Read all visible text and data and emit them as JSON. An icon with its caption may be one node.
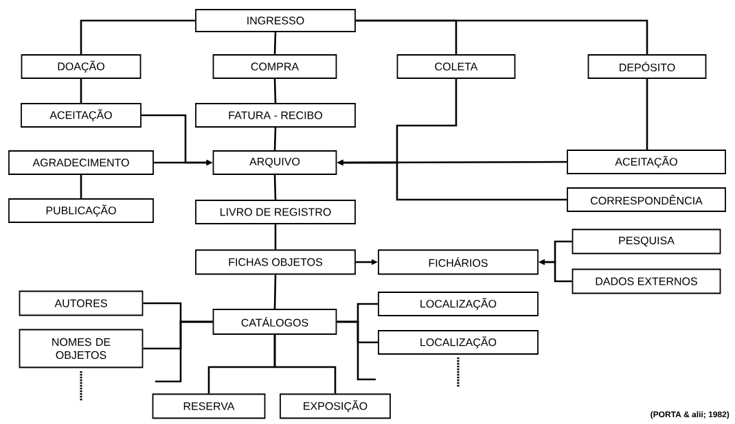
{
  "diagram": {
    "nodes": [
      {
        "text": [
          "INGRESSO"
        ]
      },
      {
        "text": [
          "DOAÇÃO"
        ]
      },
      {
        "text": [
          "COMPRA"
        ]
      },
      {
        "text": [
          "COLETA"
        ]
      },
      {
        "text": [
          "DEPÓSITO"
        ]
      },
      {
        "text": [
          "ACEITAÇÃO"
        ]
      },
      {
        "text": [
          "FATURA - RECIBO"
        ]
      },
      {
        "text": [
          "AGRADECIMENTO"
        ]
      },
      {
        "text": [
          "ARQUIVO"
        ]
      },
      {
        "text": [
          "ACEITAÇÃO"
        ]
      },
      {
        "text": [
          "PUBLICAÇÃO"
        ]
      },
      {
        "text": [
          "LIVRO DE REGISTRO"
        ]
      },
      {
        "text": [
          "CORRESPONDÊNCIA"
        ]
      },
      {
        "text": [
          "FICHAS OBJETOS"
        ]
      },
      {
        "text": [
          "FICHÁRIOS"
        ]
      },
      {
        "text": [
          "PESQUISA"
        ]
      },
      {
        "text": [
          "DADOS EXTERNOS"
        ]
      },
      {
        "text": [
          "AUTORES"
        ]
      },
      {
        "text": [
          "NOMES DE OBJETOS"
        ]
      },
      {
        "text": [
          "CATÁLOGOS"
        ]
      },
      {
        "text": [
          "LOCALIZAÇÃO"
        ]
      },
      {
        "text": [
          "LOCALIZAÇÃO"
        ]
      },
      {
        "text": [
          "RESERVA"
        ]
      },
      {
        "text": [
          "EXPOSIÇÃO"
        ]
      }
    ],
    "edges": [
      {
        "from": 0,
        "to": 1,
        "arrow": "none"
      },
      {
        "from": 0,
        "to": 2,
        "arrow": "none"
      },
      {
        "from": 0,
        "to": 3,
        "arrow": "none"
      },
      {
        "from": 0,
        "to": 4,
        "arrow": "none"
      },
      {
        "from": 1,
        "to": 5,
        "arrow": "none"
      },
      {
        "from": 5,
        "to": 8,
        "arrow": "to"
      },
      {
        "from": 7,
        "to": 8,
        "arrow": "to"
      },
      {
        "from": 7,
        "to": 10,
        "arrow": "none"
      },
      {
        "from": 2,
        "to": 6,
        "arrow": "none"
      },
      {
        "from": 6,
        "to": 8,
        "arrow": "none"
      },
      {
        "from": 8,
        "to": 11,
        "arrow": "none"
      },
      {
        "from": 11,
        "to": 13,
        "arrow": "none"
      },
      {
        "from": 3,
        "to": 8,
        "arrow": "to"
      },
      {
        "from": 4,
        "to": 9,
        "arrow": "none"
      },
      {
        "from": 9,
        "to": 8,
        "arrow": "to"
      },
      {
        "from": 12,
        "to": 8,
        "arrow": "to"
      },
      {
        "from": 13,
        "to": 14,
        "arrow": "to"
      },
      {
        "from": 15,
        "to": 14,
        "arrow": "to"
      },
      {
        "from": 16,
        "to": 14,
        "arrow": "to"
      },
      {
        "from": 13,
        "to": 19,
        "arrow": "none"
      },
      {
        "from": 19,
        "to": 17,
        "arrow": "none"
      },
      {
        "from": 19,
        "to": 18,
        "arrow": "none"
      },
      {
        "from": 19,
        "to": null,
        "arrow": "none"
      },
      {
        "from": 19,
        "to": 20,
        "arrow": "none"
      },
      {
        "from": 19,
        "to": 21,
        "arrow": "none"
      },
      {
        "from": 19,
        "to": null,
        "arrow": "none"
      },
      {
        "from": 19,
        "to": 22,
        "arrow": "none"
      },
      {
        "from": 19,
        "to": 23,
        "arrow": "none"
      }
    ],
    "labels": [
      "(PORTA & alii; 1982)"
    ]
  }
}
